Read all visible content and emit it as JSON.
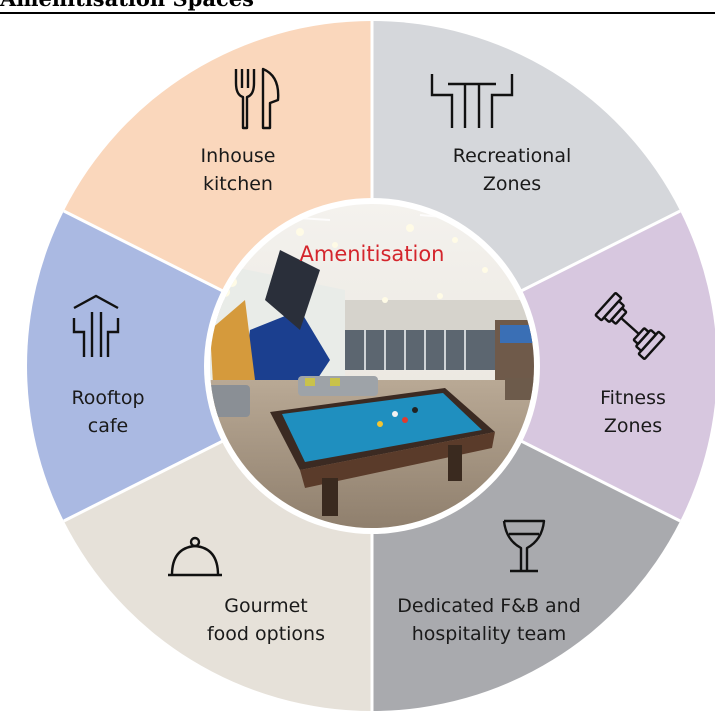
{
  "header": {
    "title": "Amenitisation Spaces"
  },
  "center": {
    "title": "Amenitisation"
  },
  "colors": {
    "kitchen": "#fad7bc",
    "recreational": "#d5d7db",
    "fitness": "#d7c7df",
    "fnb": "#a9aaae",
    "gourmet": "#e6e1d9",
    "rooftop": "#aab9e2",
    "accent_red": "#d4252c"
  },
  "segments": [
    {
      "id": "kitchen",
      "icon": "cutlery-icon",
      "line1": "Inhouse",
      "line2": "kitchen"
    },
    {
      "id": "recreational",
      "icon": "recreational-zone-icon",
      "line1": "Recreational",
      "line2": "Zones"
    },
    {
      "id": "fitness",
      "icon": "dumbbell-icon",
      "line1": "Fitness",
      "line2": "Zones"
    },
    {
      "id": "fnb",
      "icon": "cocktail-glass-icon",
      "line1": "Dedicated F&B and",
      "line2": "hospitality team"
    },
    {
      "id": "gourmet",
      "icon": "cloche-icon",
      "line1": "Gourmet",
      "line2": "food options"
    },
    {
      "id": "rooftop",
      "icon": "rooftop-icon",
      "line1": "Rooftop",
      "line2": "cafe"
    }
  ]
}
